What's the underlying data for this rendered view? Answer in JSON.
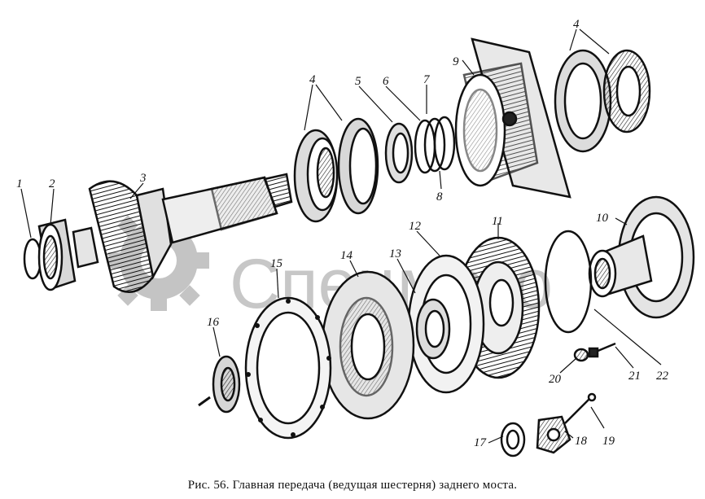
{
  "caption": "Рис. 56. Главная передача (ведущая шестерня) заднего моста.",
  "watermark": "Спецмото",
  "part_labels": [
    "1",
    "2",
    "3",
    "4",
    "4",
    "5",
    "6",
    "7",
    "8",
    "9",
    "10",
    "11",
    "12",
    "13",
    "14",
    "15",
    "16",
    "17",
    "18",
    "19",
    "20",
    "21",
    "22"
  ],
  "colors": {
    "ink": "#111111",
    "shade": "#555555",
    "watermark": "#9a9a9a"
  }
}
